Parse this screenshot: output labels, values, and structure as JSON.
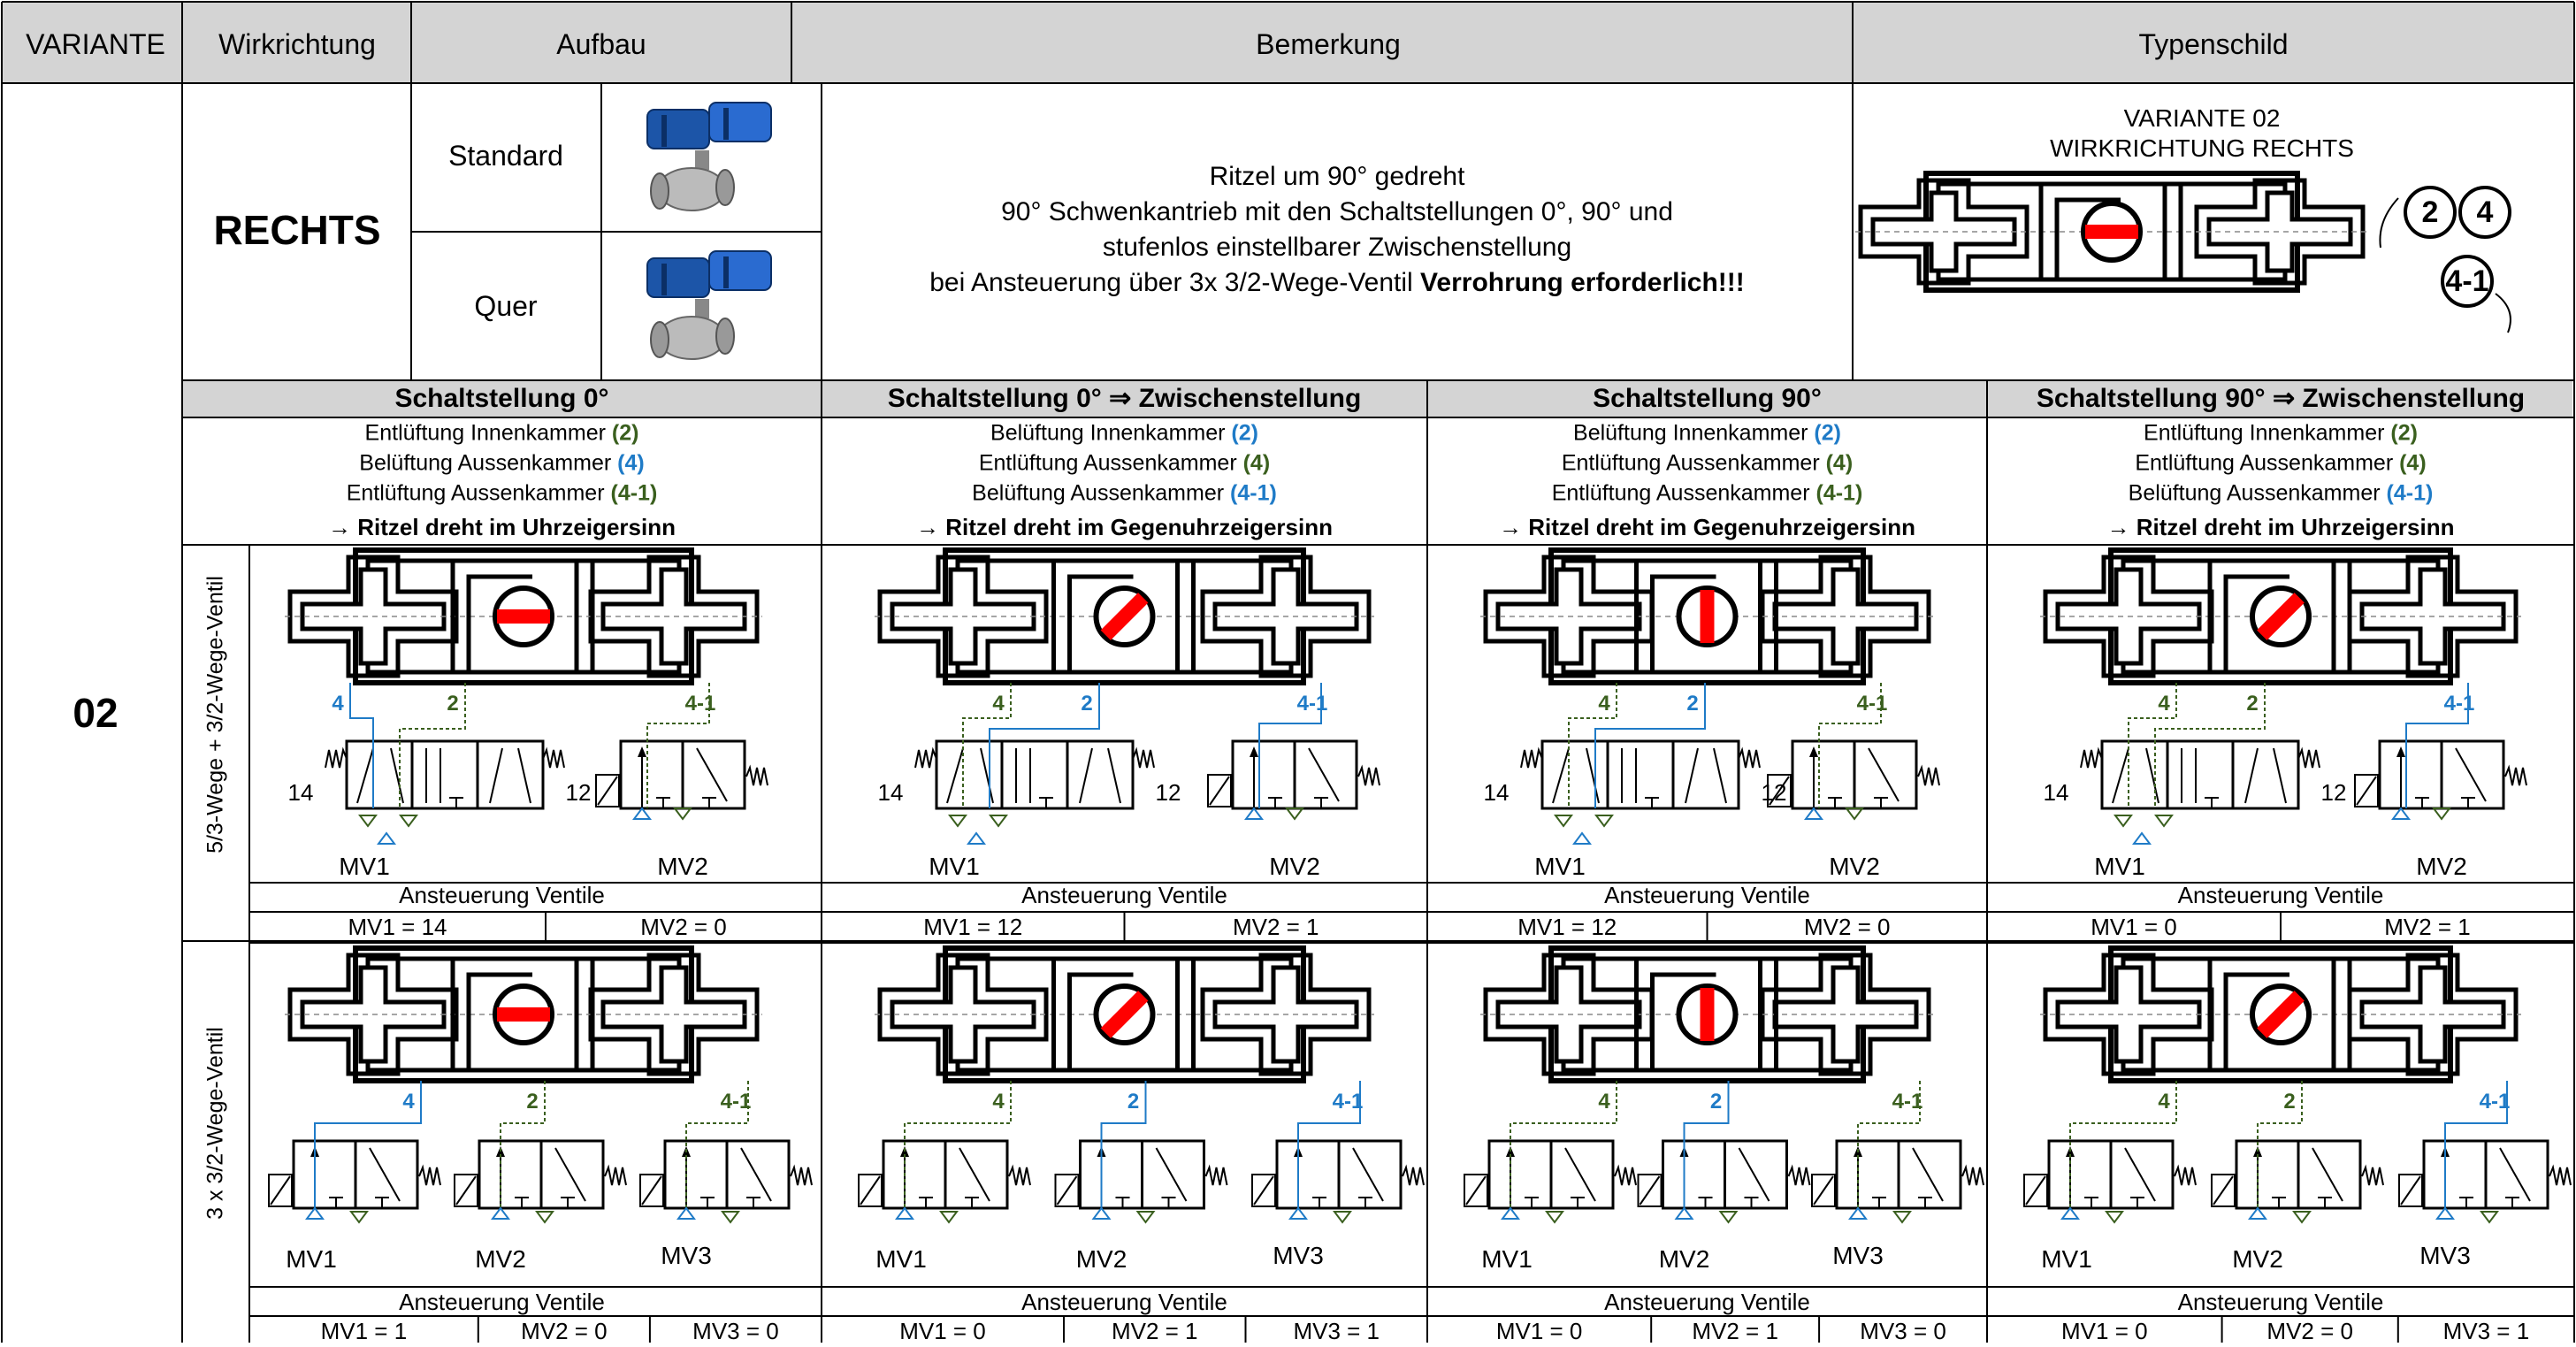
{
  "header": {
    "variante": "VARIANTE",
    "wirkrichtung": "Wirkrichtung",
    "aufbau": "Aufbau",
    "bemerkung": "Bemerkung",
    "typenschild": "Typenschild"
  },
  "variant": {
    "number": "02",
    "direction": "RECHTS",
    "aufbau_standard": "Standard",
    "aufbau_quer": "Quer"
  },
  "remark": {
    "line1": "Ritzel um 90° gedreht",
    "line2": "90° Schwenkantrieb mit den Schaltstellungen 0°, 90° und",
    "line3": "stufenlos einstellbarer Zwischenstellung",
    "line4_prefix": "bei Ansteuerung über 3x 3/2-Wege-Ventil",
    "line4_bold": "Verrohrung erforderlich!!!"
  },
  "nameplate": {
    "line1": "VARIANTE 02",
    "line2": "WIRKRICHTUNG RECHTS",
    "port_a": "2",
    "port_b": "4",
    "port_c": "4-1"
  },
  "row_labels": {
    "valve_set_1": "5/3-Wege + 3/2-Wege-Ventil",
    "valve_set_2": "3 x 3/2-Wege-Ventil"
  },
  "ansteuerung_label": "Ansteuerung Ventile",
  "pilot_labels": {
    "left": "14",
    "right": "12"
  },
  "colors": {
    "blue": "#1F7BC7",
    "green": "#3A5F1E",
    "red": "#FF0000",
    "header_bg": "#D4D4D4"
  },
  "positions": [
    {
      "title": "Schaltstellung 0°",
      "lines": [
        {
          "text": "Entlüftung Innenkammer",
          "port": "(2)",
          "color": "green"
        },
        {
          "text": "Belüftung Aussenkammer",
          "port": "(4)",
          "color": "blue"
        },
        {
          "text": "Entlüftung Aussenkammer",
          "port": "(4-1)",
          "color": "green"
        }
      ],
      "rotation": "→ Ritzel dreht im Uhrzeigersinn",
      "ports": {
        "p4": "4",
        "p2": "2",
        "p41": "4-1"
      },
      "valves_a": {
        "mv1": "MV1",
        "mv2": "MV2"
      },
      "control_a": [
        "MV1 = 14",
        "MV2 = 0"
      ],
      "valves_b": {
        "mv1": "MV1",
        "mv2": "MV2",
        "mv3": "MV3"
      },
      "control_b": [
        "MV1 = 1",
        "MV2 = 0",
        "MV3 = 0"
      ]
    },
    {
      "title": "Schaltstellung 0° ⇒ Zwischenstellung",
      "lines": [
        {
          "text": "Belüftung Innenkammer",
          "port": "(2)",
          "color": "blue"
        },
        {
          "text": "Entlüftung Aussenkammer",
          "port": "(4)",
          "color": "green"
        },
        {
          "text": "Belüftung Aussenkammer",
          "port": "(4-1)",
          "color": "blue"
        }
      ],
      "rotation": "→ Ritzel dreht im Gegenuhrzeigersinn",
      "ports": {
        "p4": "4",
        "p2": "2",
        "p41": "4-1"
      },
      "valves_a": {
        "mv1": "MV1",
        "mv2": "MV2"
      },
      "control_a": [
        "MV1 = 12",
        "MV2 = 1"
      ],
      "valves_b": {
        "mv1": "MV1",
        "mv2": "MV2",
        "mv3": "MV3"
      },
      "control_b": [
        "MV1 = 0",
        "MV2 = 1",
        "MV3 = 1"
      ]
    },
    {
      "title": "Schaltstellung 90°",
      "lines": [
        {
          "text": "Belüftung Innenkammer",
          "port": "(2)",
          "color": "blue"
        },
        {
          "text": "Entlüftung Aussenkammer",
          "port": "(4)",
          "color": "green"
        },
        {
          "text": "Entlüftung Aussenkammer",
          "port": "(4-1)",
          "color": "green"
        }
      ],
      "rotation": "→ Ritzel dreht im Gegenuhrzeigersinn",
      "ports": {
        "p4": "4",
        "p2": "2",
        "p41": "4-1"
      },
      "valves_a": {
        "mv1": "MV1",
        "mv2": "MV2"
      },
      "control_a": [
        "MV1 = 12",
        "MV2 = 0"
      ],
      "valves_b": {
        "mv1": "MV1",
        "mv2": "MV2",
        "mv3": "MV3"
      },
      "control_b": [
        "MV1 = 0",
        "MV2 = 1",
        "MV3 = 0"
      ]
    },
    {
      "title": "Schaltstellung 90° ⇒ Zwischenstellung",
      "lines": [
        {
          "text": "Entlüftung Innenkammer",
          "port": "(2)",
          "color": "green"
        },
        {
          "text": "Entlüftung Aussenkammer",
          "port": "(4)",
          "color": "green"
        },
        {
          "text": "Belüftung Aussenkammer",
          "port": "(4-1)",
          "color": "blue"
        }
      ],
      "rotation": "→ Ritzel dreht im Uhrzeigersinn",
      "ports": {
        "p4": "4",
        "p2": "2",
        "p41": "4-1"
      },
      "valves_a": {
        "mv1": "MV1",
        "mv2": "MV2"
      },
      "control_a": [
        "MV1 = 0",
        "MV2 = 1"
      ],
      "valves_b": {
        "mv1": "MV1",
        "mv2": "MV2",
        "mv3": "MV3"
      },
      "control_b": [
        "MV1 = 0",
        "MV2 = 0",
        "MV3 = 1"
      ]
    }
  ]
}
